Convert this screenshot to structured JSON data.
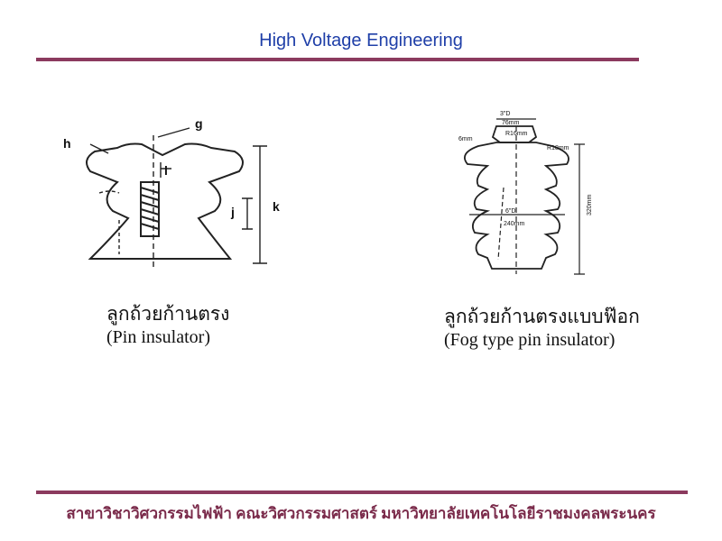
{
  "slide": {
    "title": "High Voltage Engineering",
    "footer": "สาขาวิชาวิศวกรรมไฟฟ้า คณะวิศวกรรมศาสตร์ มหาวิทยาลัยเทคโนโลยีราชมงคลพระนคร"
  },
  "figures": [
    {
      "caption_th": "ลูกถ้วยก้านตรง",
      "caption_en": "(Pin insulator)",
      "labels": {
        "h": "h",
        "g": "g",
        "l": "l",
        "j": "j",
        "k": "k"
      }
    },
    {
      "caption_th": "ลูกถ้วยก้านตรงแบบฟ๊อก",
      "caption_en": "(Fog type pin insulator)",
      "labels": {
        "top_dia": "3\"D",
        "top_width": "76mm",
        "r16": "R16mm",
        "top_left": "6mm",
        "r18": "R18mm",
        "mid_dia": "6\"D",
        "mid_width": "240mm",
        "height": "320mm"
      }
    }
  ],
  "colors": {
    "title": "#1f3fa8",
    "rule": "#8b3a5e",
    "footer": "#7a2a4a"
  }
}
